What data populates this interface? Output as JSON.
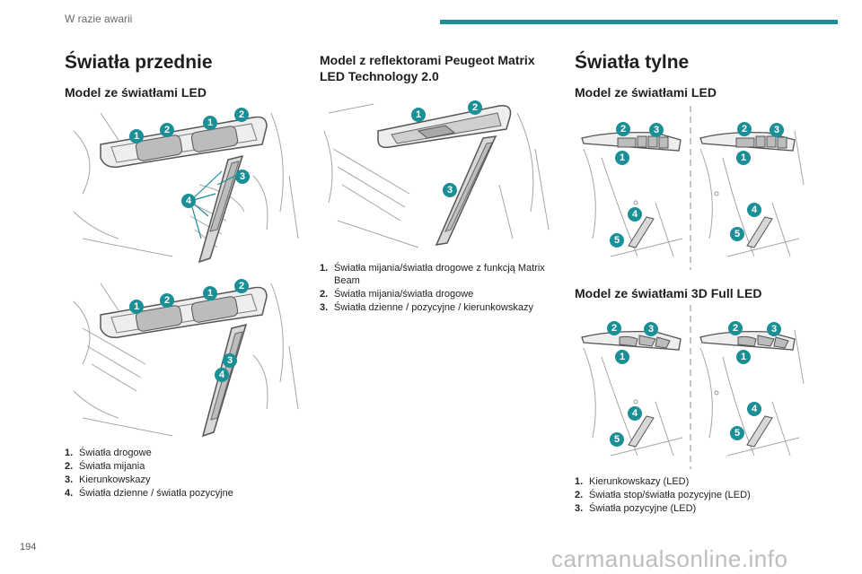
{
  "header": {
    "section_title": "W razie awarii"
  },
  "page_number": "194",
  "watermark": "carmanualsonline.info",
  "front_lights": {
    "title": "Światła przednie",
    "led_model": {
      "subtitle": "Model ze światłami LED",
      "legend": [
        {
          "num": "1.",
          "text": "Światła drogowe"
        },
        {
          "num": "2.",
          "text": "Światła mijania"
        },
        {
          "num": "3.",
          "text": "Kierunkowskazy"
        },
        {
          "num": "4.",
          "text": "Światła dzienne / światła pozycyjne"
        }
      ]
    },
    "matrix_model": {
      "subtitle": "Model z reflektorami Peugeot Matrix LED Technology 2.0",
      "legend": [
        {
          "num": "1.",
          "text": "Światła mijania/światła drogowe z funkcją Matrix Beam"
        },
        {
          "num": "2.",
          "text": "Światła mijania/światła drogowe"
        },
        {
          "num": "3.",
          "text": "Światła dzienne / pozycyjne / kierunkowskazy"
        }
      ]
    }
  },
  "rear_lights": {
    "title": "Światła tylne",
    "led_model": {
      "subtitle": "Model ze światłami LED"
    },
    "full_led_model": {
      "subtitle": "Model ze światłami 3D Full LED",
      "legend": [
        {
          "num": "1.",
          "text": "Kierunkowskazy (LED)"
        },
        {
          "num": "2.",
          "text": "Światła stop/światła pozycyjne (LED)"
        },
        {
          "num": "3.",
          "text": "Światła pozycyjne (LED)"
        }
      ]
    }
  },
  "callouts": [
    "1",
    "2",
    "3",
    "4",
    "5"
  ],
  "colors": {
    "accent": "#1a8f96",
    "line_art": "#9a9a9a"
  }
}
